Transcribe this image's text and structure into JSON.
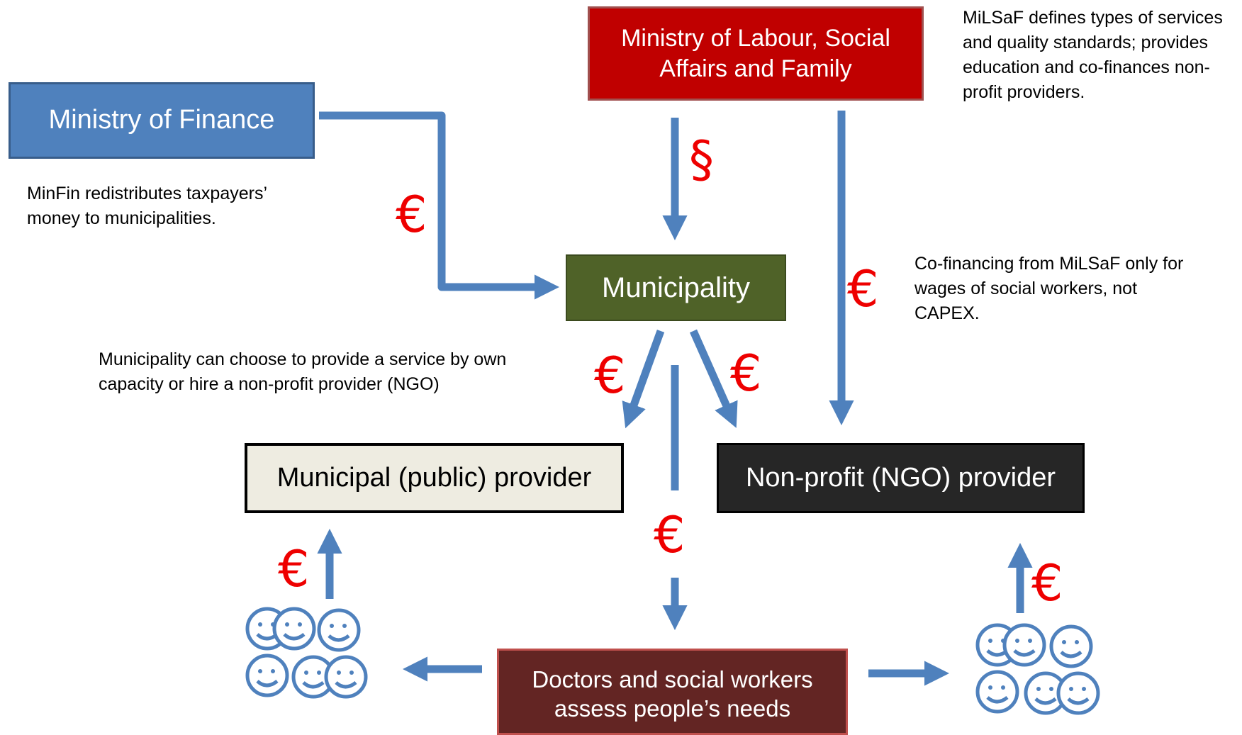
{
  "boxes": {
    "finance": "Ministry of Finance",
    "milsaf": "Ministry of Labour, Social Affairs and Family",
    "municipality": "Municipality",
    "public_provider": "Municipal (public) provider",
    "ngo_provider": "Non-profit (NGO) provider",
    "assessors": "Doctors and social workers assess people’s needs"
  },
  "notes": {
    "milsaf": "MiLSaF defines types of services and quality standards; provides education and co-finances non-profit providers.",
    "minfin": "MinFin redistributes taxpayers’ money to municipalities.",
    "cofinancing": "Co-financing from MiLSaF only for wages of social workers, not CAPEX.",
    "municipality": "Municipality can choose to provide a service by own capacity or hire a non-profit provider (NGO)"
  },
  "symbols": {
    "law": "§",
    "money": "€"
  },
  "colors": {
    "arrow": "#4f81bd",
    "symbol": "#ee0000",
    "finance_box": "#4f81bd",
    "milsaf_box": "#c00000",
    "municipality_box": "#4f6228",
    "public_box": "#eeece1",
    "ngo_box": "#262626",
    "assessor_box": "#632523"
  },
  "icons": {
    "people_left": "people-group-icon",
    "people_right": "people-group-icon"
  }
}
